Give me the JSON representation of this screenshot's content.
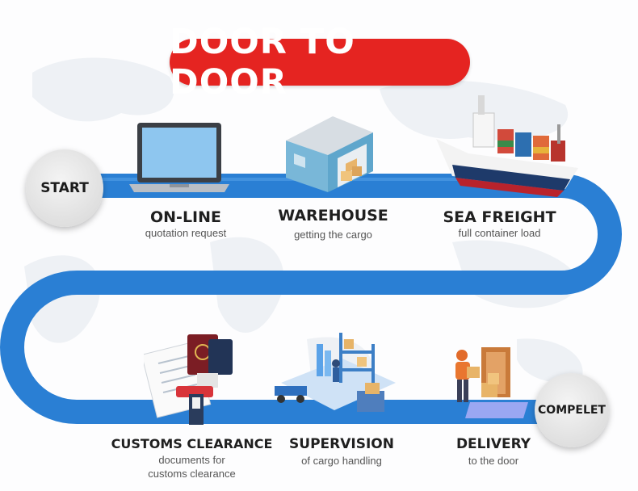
{
  "title": "DOOR TO DOOR",
  "start_label": "START",
  "end_label": "COMPELET",
  "steps": [
    {
      "title": "ON-LINE",
      "subtitle": "quotation request",
      "icon": "laptop-icon"
    },
    {
      "title": "WAREHOUSE",
      "subtitle": "getting the cargo",
      "icon": "warehouse-icon"
    },
    {
      "title": "SEA FREIGHT",
      "subtitle": "full container load",
      "icon": "cargo-ship-icon"
    },
    {
      "title": "CUSTOMS CLEARANCE",
      "subtitle": "documents for",
      "subtitle2": "customs clearance",
      "icon": "customs-documents-icon"
    },
    {
      "title": "SUPERVISION",
      "subtitle": "of cargo handling",
      "icon": "cargo-handling-icon"
    },
    {
      "title": "DELIVERY",
      "subtitle": "to the door",
      "icon": "delivery-icon"
    }
  ],
  "colors": {
    "path": "#2a7fd4",
    "title_bg": "#e52421",
    "node_bg": "#e3e3e3"
  }
}
